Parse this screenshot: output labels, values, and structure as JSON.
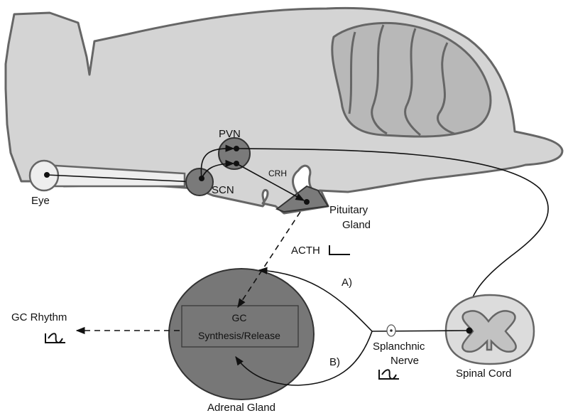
{
  "labels": {
    "pvn": "PVN",
    "scn": "SCN",
    "eye": "Eye",
    "crh": "CRH",
    "pituitary_line1": "Pituitary",
    "pituitary_line2": "Gland",
    "acth": "ACTH",
    "path_a": "A)",
    "path_b": "B)",
    "gc_line1": "GC",
    "gc_line2": "Synthesis/Release",
    "gc_rhythm": "GC Rhythm",
    "splanchnic_line1": "Splanchnic",
    "splanchnic_line2": "Nerve",
    "spinal_cord": "Spinal Cord",
    "adrenal_gland": "Adrenal Gland"
  },
  "colors": {
    "brain_fill": "#d4d4d4",
    "outline": "#666666",
    "nucleus_fill": "#7a7a7a",
    "adrenal_fill": "#777777",
    "spinal_outer": "#dcdcdc",
    "spinal_inner": "#c2c2c2",
    "line": "#111111"
  },
  "icons": {
    "acth_signal": "flat-line-icon",
    "rhythm_signal": "sine-wave-icon"
  }
}
